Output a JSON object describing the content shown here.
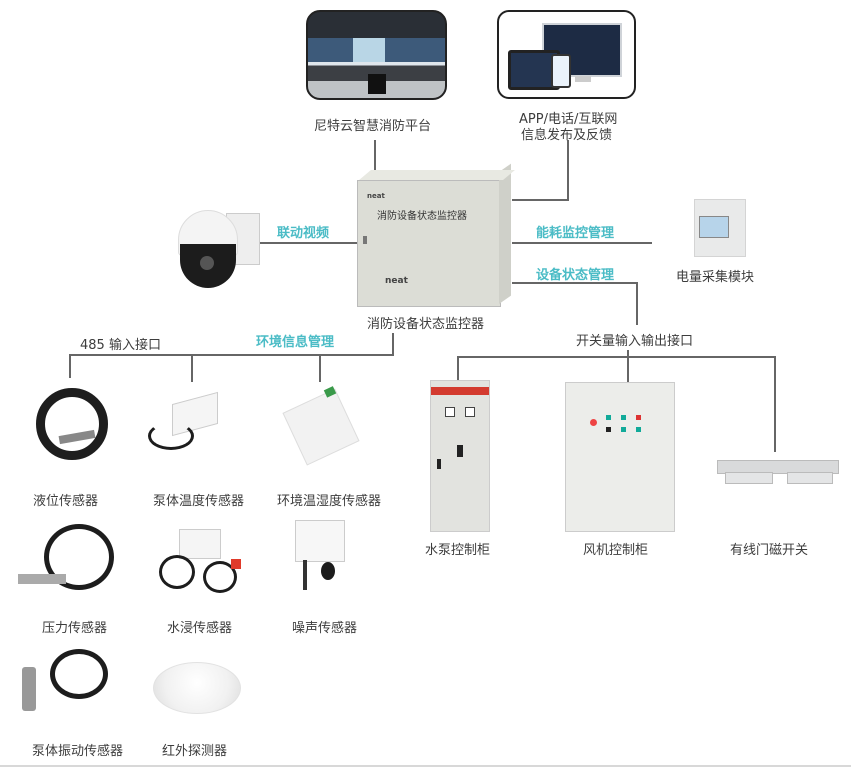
{
  "top": {
    "platform_label": "尼特云智慧消防平台",
    "app_label_line1": "APP/电话/互联网",
    "app_label_line2": "信息发布及反馈"
  },
  "center": {
    "device_label": "消防设备状态监控器",
    "box_title": "消防设备状态监控器",
    "box_brand": "neat"
  },
  "links": {
    "video": "联动视频",
    "energy": "能耗监控管理",
    "device_status": "设备状态管理",
    "environment": "环境信息管理"
  },
  "right": {
    "power_module": "电量采集模块",
    "switch_interface": "开关量输入输出接口",
    "items": [
      "水泵控制柜",
      "风机控制柜",
      "有线门磁开关"
    ]
  },
  "left": {
    "interface": "485 输入接口",
    "sensors": [
      "液位传感器",
      "泵体温度传感器",
      "环境温湿度传感器",
      "压力传感器",
      "水浸传感器",
      "噪声传感器",
      "泵体振动传感器",
      "红外探测器"
    ]
  },
  "colors": {
    "accent": "#4bbcc6",
    "line": "#666666"
  }
}
